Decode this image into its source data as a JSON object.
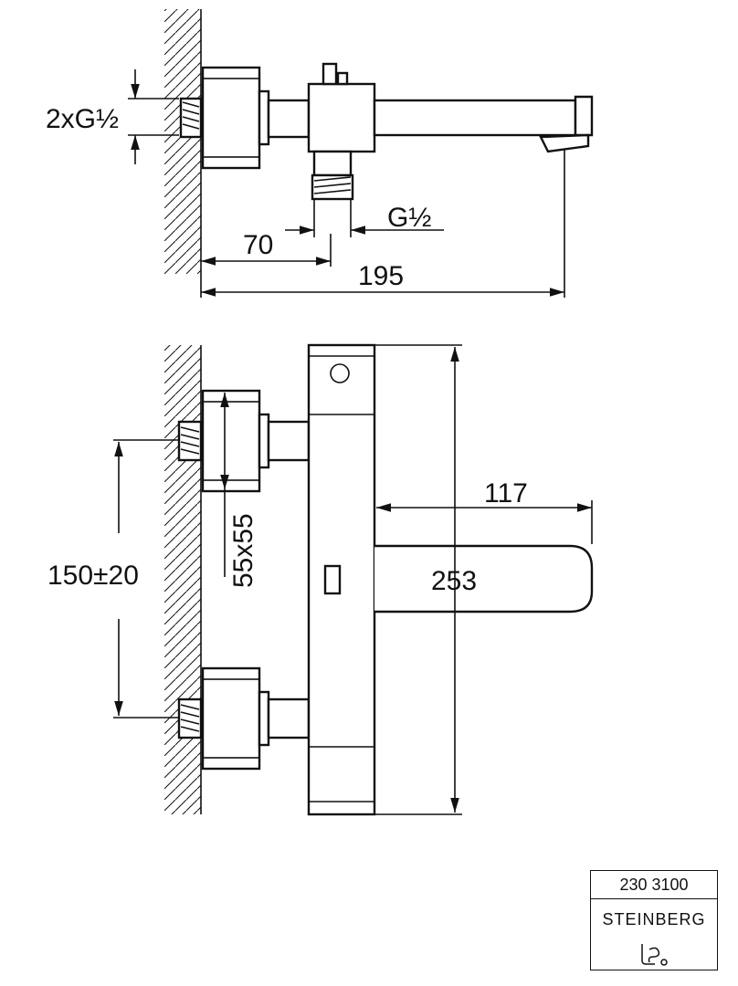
{
  "dimensions": {
    "connection": "2xG½",
    "outlet_thread": "G½",
    "inlet_offset": "70",
    "total_projection": "195",
    "spout_projection": "117",
    "body_height": "253",
    "escutcheon": "55x55",
    "inlet_spacing": "150±20"
  },
  "title_block": {
    "article_number": "230 3100",
    "brand": "STEINBERG"
  },
  "icons": [
    "brand-logo-icon"
  ]
}
